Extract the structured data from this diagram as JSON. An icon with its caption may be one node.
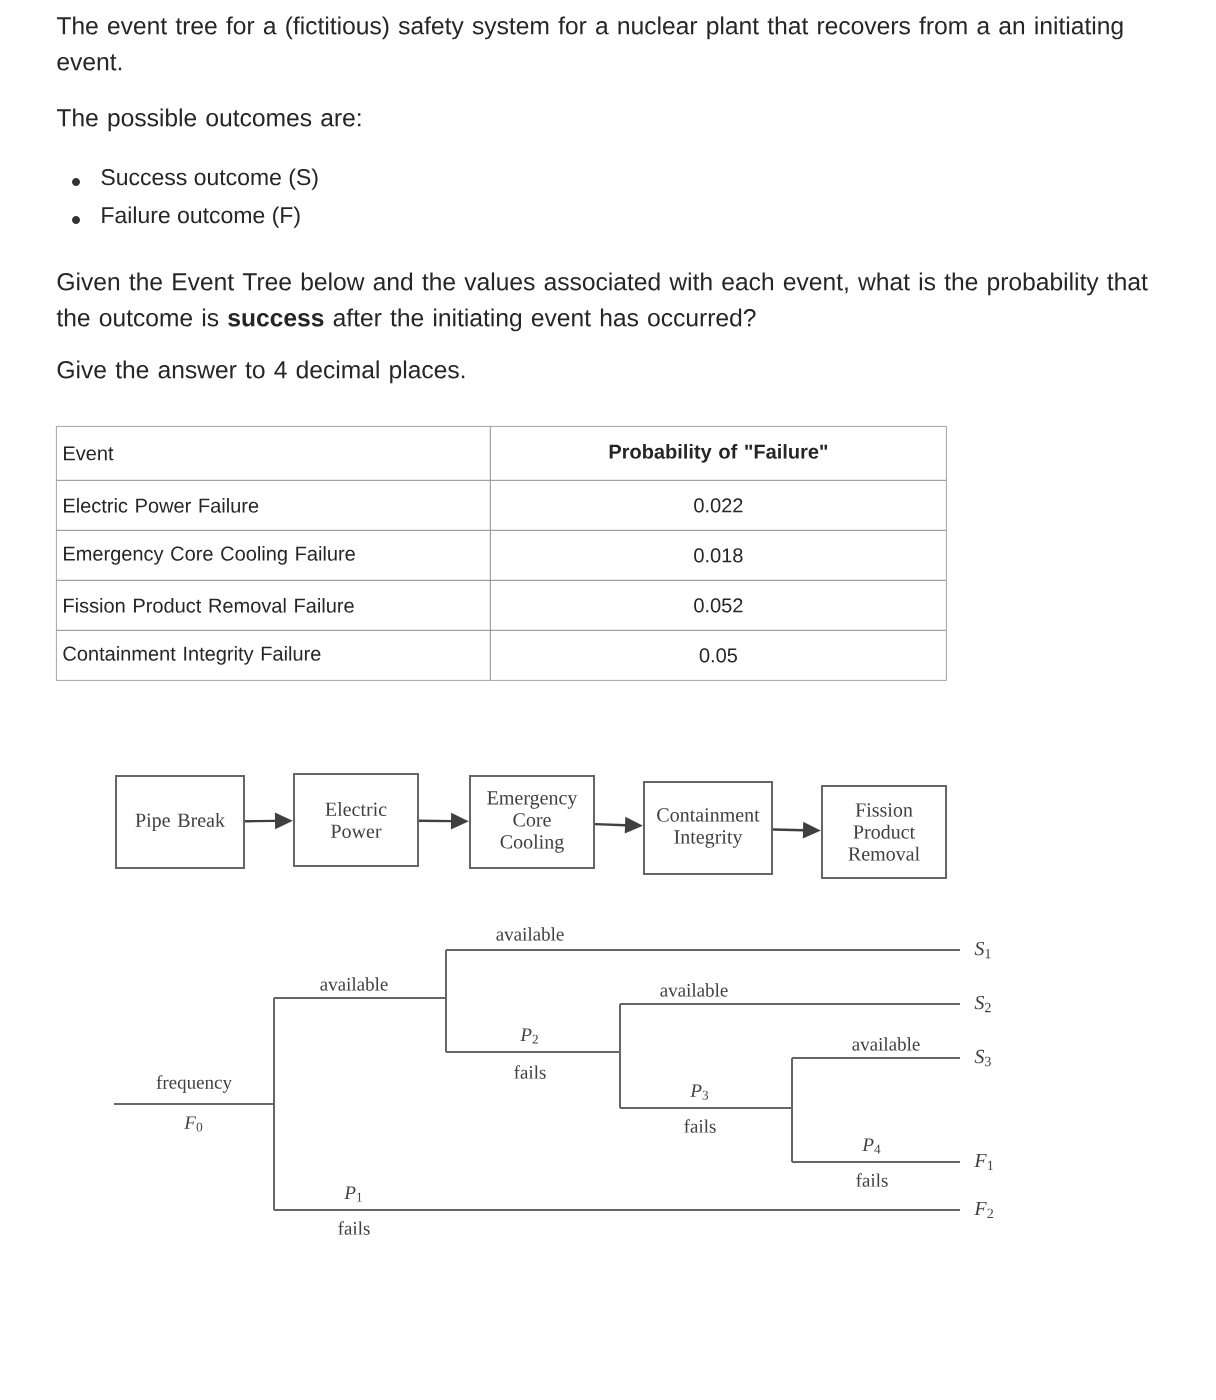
{
  "diagram": {
    "nodes": [
      {
        "text": [
          "Pipe Break"
        ]
      },
      {
        "text": [
          "Electric Power"
        ]
      },
      {
        "text": [
          "Emergency Core Cooling"
        ]
      },
      {
        "text": [
          "Containment Integrity"
        ]
      },
      {
        "text": [
          "Fission Product Removal"
        ]
      }
    ],
    "edges": [
      {
        "from": 0,
        "to": 1,
        "arrow": "to"
      },
      {
        "from": 1,
        "to": 2,
        "arrow": "to"
      },
      {
        "from": 2,
        "to": 3,
        "arrow": "to"
      },
      {
        "from": 3,
        "to": 4,
        "arrow": "to"
      }
    ],
    "labels": [
      "The event tree for a (fictitious) safety system for a nuclear plant that recovers from a an initiating event.",
      "The possible outcomes are:",
      "Success outcome (S)",
      "Failure outcome (F)",
      "Given the Event Tree below and the values associated with each event, what is the probability that the outcome is **success** after the initiating event has occurred?",
      "Give the answer to 4 decimal places.",
      "Event",
      "Probability of \"Failure\"",
      "Electric Power Failure",
      "0.022",
      "Emergency Core Cooling Failure",
      "0.018",
      "Fission Product Removal Failure",
      "0.052",
      "Containment Integrity Failure",
      "0.05",
      "frequency",
      "*F*$_{0}$",
      "available",
      "*P*$_{1}$",
      "fails",
      "available",
      "*P*$_{2}$",
      "fails",
      "available",
      "*P*$_{3}$",
      "fails",
      "available",
      "*P*$_{4}$",
      "fails",
      "*S*$_{1}$",
      "*S*$_{2}$",
      "*S*$_{3}$",
      "*F*$_{1}$",
      "*F*$_{2}$"
    ]
  }
}
